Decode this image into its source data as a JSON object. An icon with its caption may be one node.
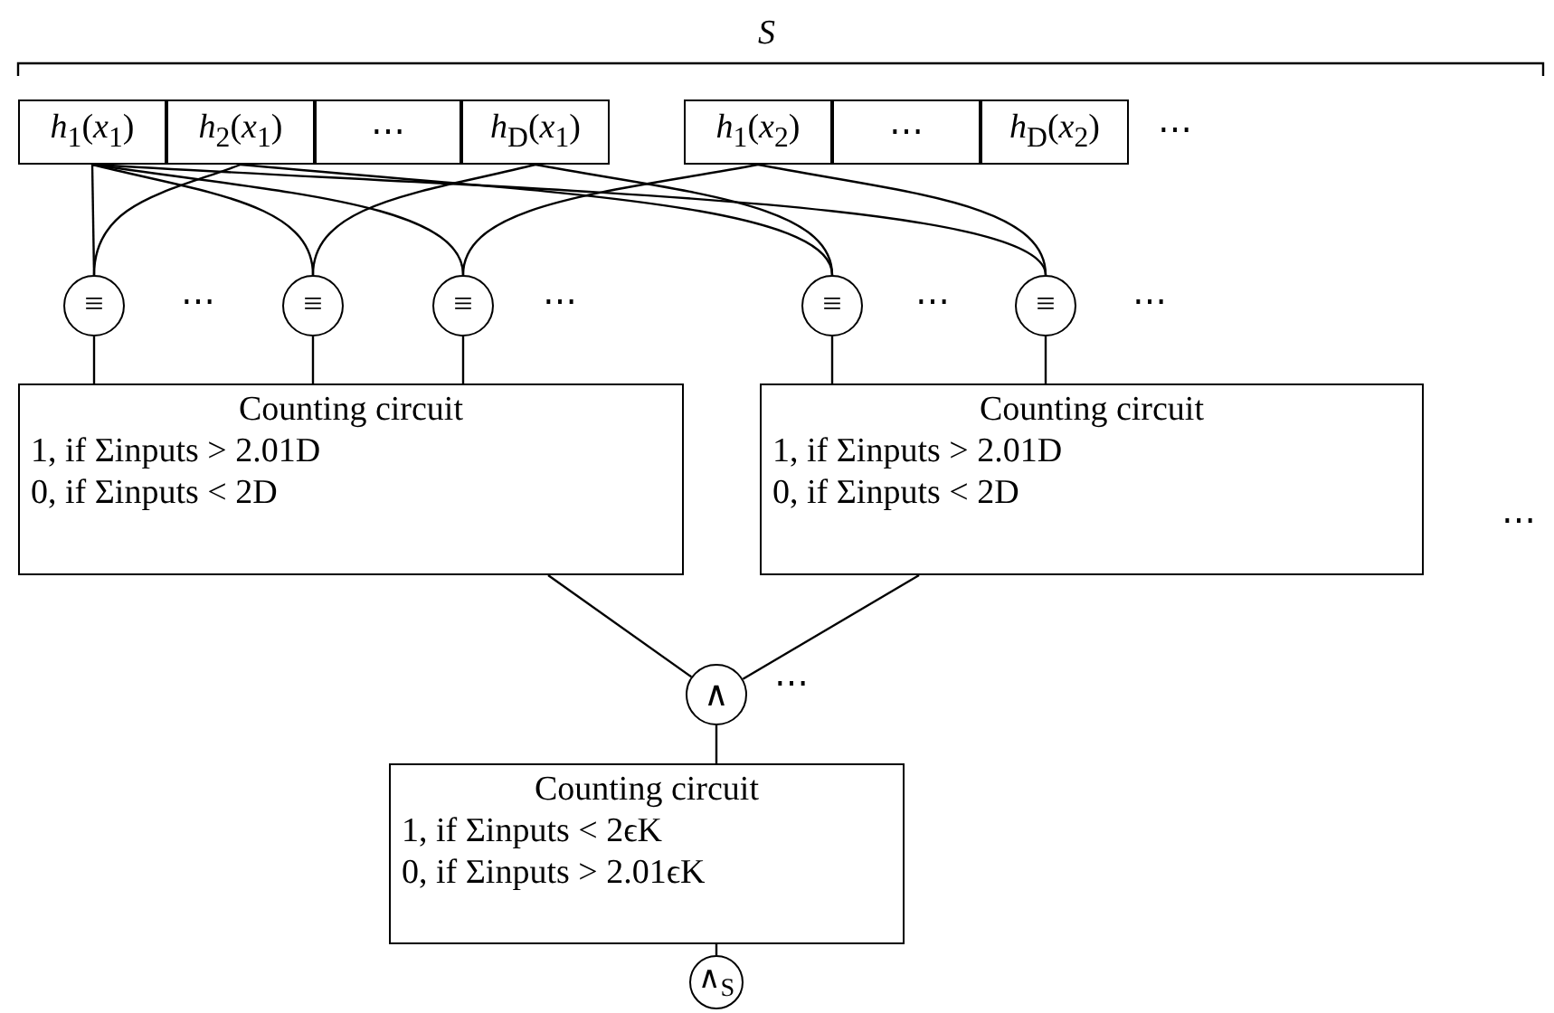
{
  "diagram": {
    "nodes": [
      {
        "text": [
          "*h*$_{1}$(*x*$_{1}$)"
        ]
      },
      {
        "text": [
          "*h*$_{2}$(*x*$_{1}$)"
        ]
      },
      {
        "text": [
          "⋯"
        ]
      },
      {
        "text": [
          "*h*$_{D}$(*x*$_{1}$)"
        ]
      },
      {
        "text": [
          "*h*$_{1}$(*x*$_{2}$)"
        ]
      },
      {
        "text": [
          "⋯"
        ]
      },
      {
        "text": [
          "*h*$_{D}$(*x*$_{2}$)"
        ],
        "beside": [
          "⋯"
        ]
      },
      {
        "text": [
          "≡"
        ]
      },
      {
        "text": [
          "≡"
        ]
      },
      {
        "text": [
          "≡"
        ]
      },
      {
        "text": [
          "≡"
        ]
      },
      {
        "text": [
          "≡"
        ]
      },
      {
        "text": [
          "Counting circuit",
          "1, if Σinputs > 2.01D",
          "0, if Σinputs < 2D"
        ]
      },
      {
        "text": [
          "Counting circuit",
          "1, if Σinputs > 2.01D",
          "0, if Σinputs < 2D"
        ]
      },
      {
        "text": [
          "∧"
        ]
      },
      {
        "text": [
          "Counting circuit",
          "1, if Σinputs < 2ϵK",
          "0, if Σinputs > 2.01ϵK"
        ]
      },
      {
        "text": [
          "∧$_{S}$"
        ]
      }
    ],
    "edges": [
      {
        "from": 0,
        "to": 7,
        "arrow": "none"
      },
      {
        "from": 0,
        "to": 8,
        "arrow": "none"
      },
      {
        "from": 0,
        "to": 9,
        "arrow": "none"
      },
      {
        "from": 0,
        "to": 11,
        "arrow": "none"
      },
      {
        "from": 1,
        "to": 7,
        "arrow": "none"
      },
      {
        "from": 1,
        "to": 10,
        "arrow": "none"
      },
      {
        "from": 3,
        "to": 8,
        "arrow": "none"
      },
      {
        "from": 3,
        "to": 10,
        "arrow": "none"
      },
      {
        "from": 4,
        "to": 9,
        "arrow": "none"
      },
      {
        "from": 4,
        "to": 11,
        "arrow": "none"
      },
      {
        "from": 7,
        "to": 12,
        "arrow": "none"
      },
      {
        "from": 8,
        "to": 12,
        "arrow": "none"
      },
      {
        "from": 9,
        "to": 12,
        "arrow": "none"
      },
      {
        "from": 10,
        "to": 13,
        "arrow": "none"
      },
      {
        "from": 11,
        "to": 13,
        "arrow": "none"
      },
      {
        "from": 12,
        "to": 14,
        "arrow": "none"
      },
      {
        "from": 13,
        "to": 14,
        "arrow": "none"
      },
      {
        "from": 14,
        "to": 15,
        "arrow": "none"
      },
      {
        "from": 15,
        "to": 16,
        "arrow": "none"
      }
    ],
    "labels": [
      "*S*",
      "⋯",
      "⋯",
      "⋯",
      "⋯",
      "⋯",
      "⋯"
    ]
  }
}
